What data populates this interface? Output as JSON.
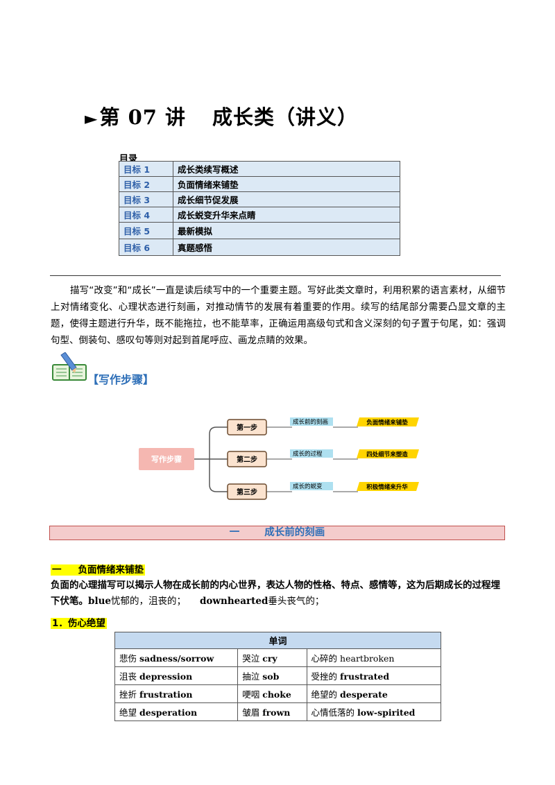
{
  "header": {
    "arrow": "►",
    "lecture": "第 07 讲",
    "topic": "成长类（讲义）"
  },
  "toc": {
    "label": "目录",
    "items": [
      {
        "key": "目标 1",
        "text": "成长类续写概述"
      },
      {
        "key": "目标 2",
        "text": "负面情绪来铺垫"
      },
      {
        "key": "目标 3",
        "text": "成长细节促发展"
      },
      {
        "key": "目标 4",
        "text": "成长蜕变升华来点睛"
      },
      {
        "key": "目标 5",
        "text": "最新模拟"
      },
      {
        "key": "目标 6",
        "text": "真题感悟"
      }
    ]
  },
  "intro": "描写“改变”和“成长”一直是读后续写中的一个重要主题。写好此类文章时，利用积累的语言素材，从细节上对情绪变化、心理状态进行刻画，对推动情节的发展有着重要的作用。续写的结尾部分需要凸显文章的主题，使得主题进行升华，既不能拖拉，也不能草率，正确运用高级句式和含义深刻的句子置于句尾，如：强调句型、倒装句、感叹句等则对起到首尾呼应、画龙点睛的效果。",
  "steps_section": {
    "title": "【写作步骤】"
  },
  "mindmap": {
    "root": "写作步骤",
    "branches": [
      {
        "step": "第一步",
        "desc": "成长前的刻画",
        "tag": "负面情绪来铺垫"
      },
      {
        "step": "第二步",
        "desc": "成长的过程",
        "tag": "四处细节来塑造"
      },
      {
        "step": "第三步",
        "desc": "成长的蜕变",
        "tag": "积极情绪来升华"
      }
    ],
    "colors": {
      "root": "#f5b7b1",
      "step": "#fbe3cf",
      "step_border": "#6b4a2e",
      "desc": "#aee0f0",
      "tag": "#ffd400"
    }
  },
  "section1": {
    "num": "一",
    "title": "成长前的刻画"
  },
  "subsection": {
    "num": "一",
    "title": "负面情绪来铺垫"
  },
  "para2": {
    "main": "负面的心理描写可以揭示人物在成长前的内心世界，表达人物的性格、特点、感情等，这为后期成长的过程埋下伏笔。",
    "w1_en": "blue",
    "w1_cn": "忧郁的，沮丧的；",
    "w2_en": "downhearted",
    "w2_cn": "垂头丧气的；"
  },
  "item1": "1．伤心绝望",
  "words_table": {
    "header": "单词",
    "rows": [
      [
        {
          "cn": "悲伤",
          "en": "sadness/sorrow",
          "plain": false
        },
        {
          "cn": "哭泣",
          "en": "cry",
          "plain": false
        },
        {
          "cn": "心碎的",
          "en": "heartbroken",
          "plain": true
        }
      ],
      [
        {
          "cn": "沮丧",
          "en": "depression",
          "plain": false
        },
        {
          "cn": "抽泣",
          "en": "sob",
          "plain": false
        },
        {
          "cn": "受挫的",
          "en": "frustrated",
          "plain": false
        }
      ],
      [
        {
          "cn": "挫折",
          "en": "frustration",
          "plain": false
        },
        {
          "cn": "哽咽",
          "en": "choke",
          "plain": false
        },
        {
          "cn": "绝望的",
          "en": "desperate",
          "plain": false
        }
      ],
      [
        {
          "cn": "绝望",
          "en": "desperation",
          "plain": false
        },
        {
          "cn": "皱眉",
          "en": "frown",
          "plain": false
        },
        {
          "cn": "心情低落的",
          "en": "low-spirited",
          "plain": false
        }
      ]
    ]
  }
}
